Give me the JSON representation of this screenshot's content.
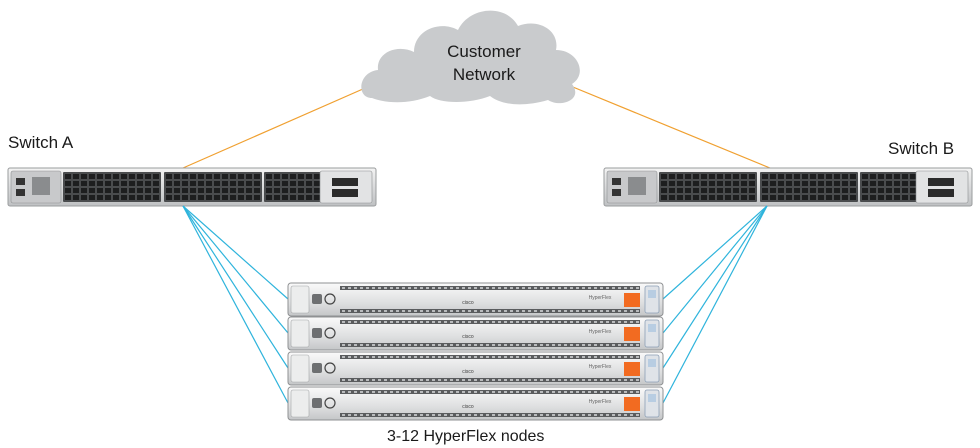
{
  "cloud": {
    "line1": "Customer",
    "line2": "Network"
  },
  "switch_a": {
    "label": "Switch A"
  },
  "switch_b": {
    "label": "Switch B"
  },
  "nodes": {
    "caption": "3-12 HyperFlex nodes",
    "count": 4,
    "brand_text": "HyperFlex",
    "logo_text": "cisco"
  },
  "colors": {
    "uplink": "#f0a030",
    "downlink": "#2fb4dc",
    "accent": "#f26b21",
    "cloud": "#c9cbcd"
  }
}
